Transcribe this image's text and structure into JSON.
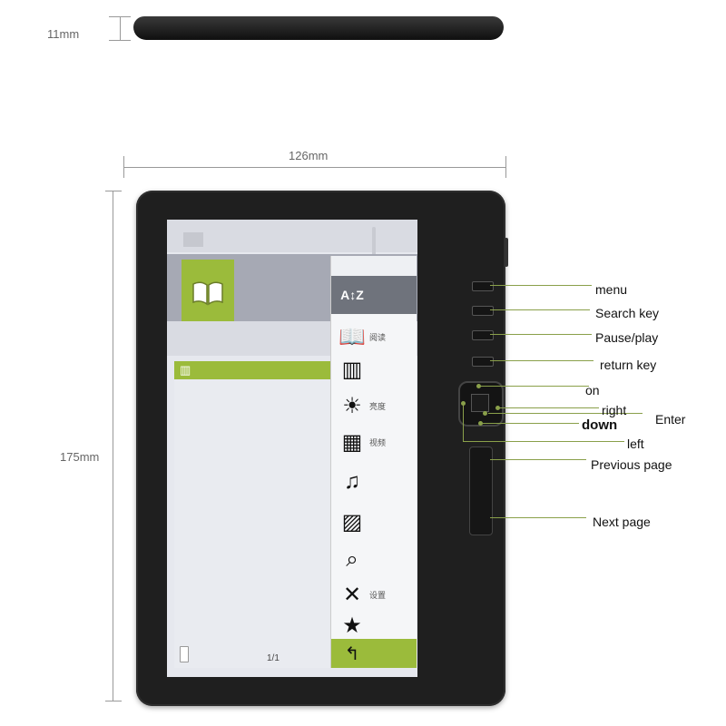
{
  "dimensions": {
    "thickness": "11mm",
    "width": "126mm",
    "height": "175mm"
  },
  "screen": {
    "page_indicator": "1/1",
    "menu_items": [
      {
        "icon": "sort-az-icon",
        "label": ""
      },
      {
        "icon": "open-book-icon",
        "label": "阅读"
      },
      {
        "icon": "book-icon",
        "label": ""
      },
      {
        "icon": "brightness-sun-icon",
        "label": "亮度"
      },
      {
        "icon": "film-icon",
        "label": "视频"
      },
      {
        "icon": "music-note-icon",
        "label": ""
      },
      {
        "icon": "photo-icon",
        "label": ""
      },
      {
        "icon": "folder-search-icon",
        "label": ""
      },
      {
        "icon": "tools-icon",
        "label": "设置"
      },
      {
        "icon": "star-icon",
        "label": ""
      },
      {
        "icon": "return-arrow-icon",
        "label": ""
      }
    ]
  },
  "callouts": {
    "menu": "menu",
    "search": "Search key",
    "pause_play": "Pause/play",
    "return": "return key",
    "on": "on",
    "right": "right",
    "enter": "Enter",
    "down": "down",
    "left": "left",
    "previous_page": "Previous page",
    "next_page": "Next page"
  },
  "colors": {
    "accent_green": "#9bbb3b",
    "device_body": "#1f1f1f",
    "callout_line": "#8aa04a"
  }
}
